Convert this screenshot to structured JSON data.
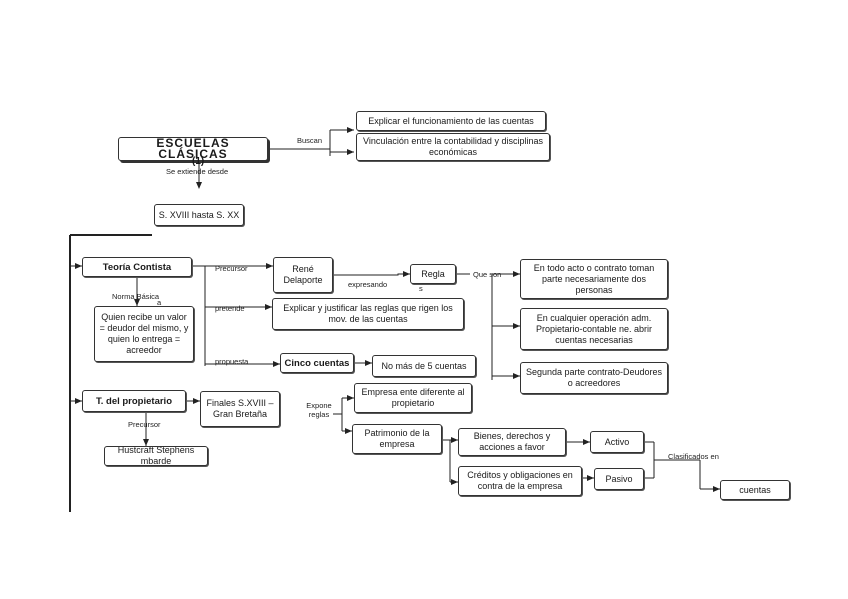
{
  "title": "ESCUELAS CLÁSICAS",
  "title_marker": "(1)",
  "connectors": {
    "buscan": "Buscan",
    "se_extiende": "Se extiende desde",
    "precursor1": "Precursor",
    "pretende": "pretende",
    "propuesta": "propuesta",
    "expresando": "expresando",
    "que_son": "Que son",
    "norma_basica": "Norma Básica",
    "norma_basica_tail": "a",
    "precursor2": "Precursor",
    "expone_reglas": "Expone reglas",
    "clasificados": "Clasificados en"
  },
  "nodes": {
    "explicar": "Explicar el funcionamiento de las cuentas",
    "vinculacion": "Vinculación entre la contabilidad y disciplinas económicas",
    "siglo": "S. XVIII hasta S. XX",
    "teoria": "Teoría Contista",
    "rene": "René Delaporte",
    "regla": "Regla",
    "regla_tail": "s",
    "todo_acto": "En todo acto o contrato toman parte necesariamente dos personas",
    "cualquier": "En cualquier operación adm. Propietario-contable ne. abrir cuentas necesarias",
    "segunda": "Segunda parte contrato-Deudores o acreedores",
    "explicar_justificar": "Explicar y justificar las reglas que rigen los mov. de las cuentas",
    "cinco_cuentas": "Cinco cuentas",
    "no_mas": "No más de 5 cuentas",
    "quien_recibe": "Quien recibe un valor = deudor del mismo, y quien lo entrega = acreedor",
    "propietario": "T. del propietario",
    "finales": "Finales S.XVIII –Gran Bretaña",
    "hustcraft": "Hustcraft Stephens mbarde",
    "empresa_ente": "Empresa ente diferente al propietario",
    "patrimonio": "Patrimonio de la empresa",
    "bienes": "Bienes, derechos y acciones a favor",
    "creditos": "Créditos y obligaciones en contra de la empresa",
    "activo": "Activo",
    "pasivo": "Pasivo",
    "cuentas": "cuentas"
  }
}
